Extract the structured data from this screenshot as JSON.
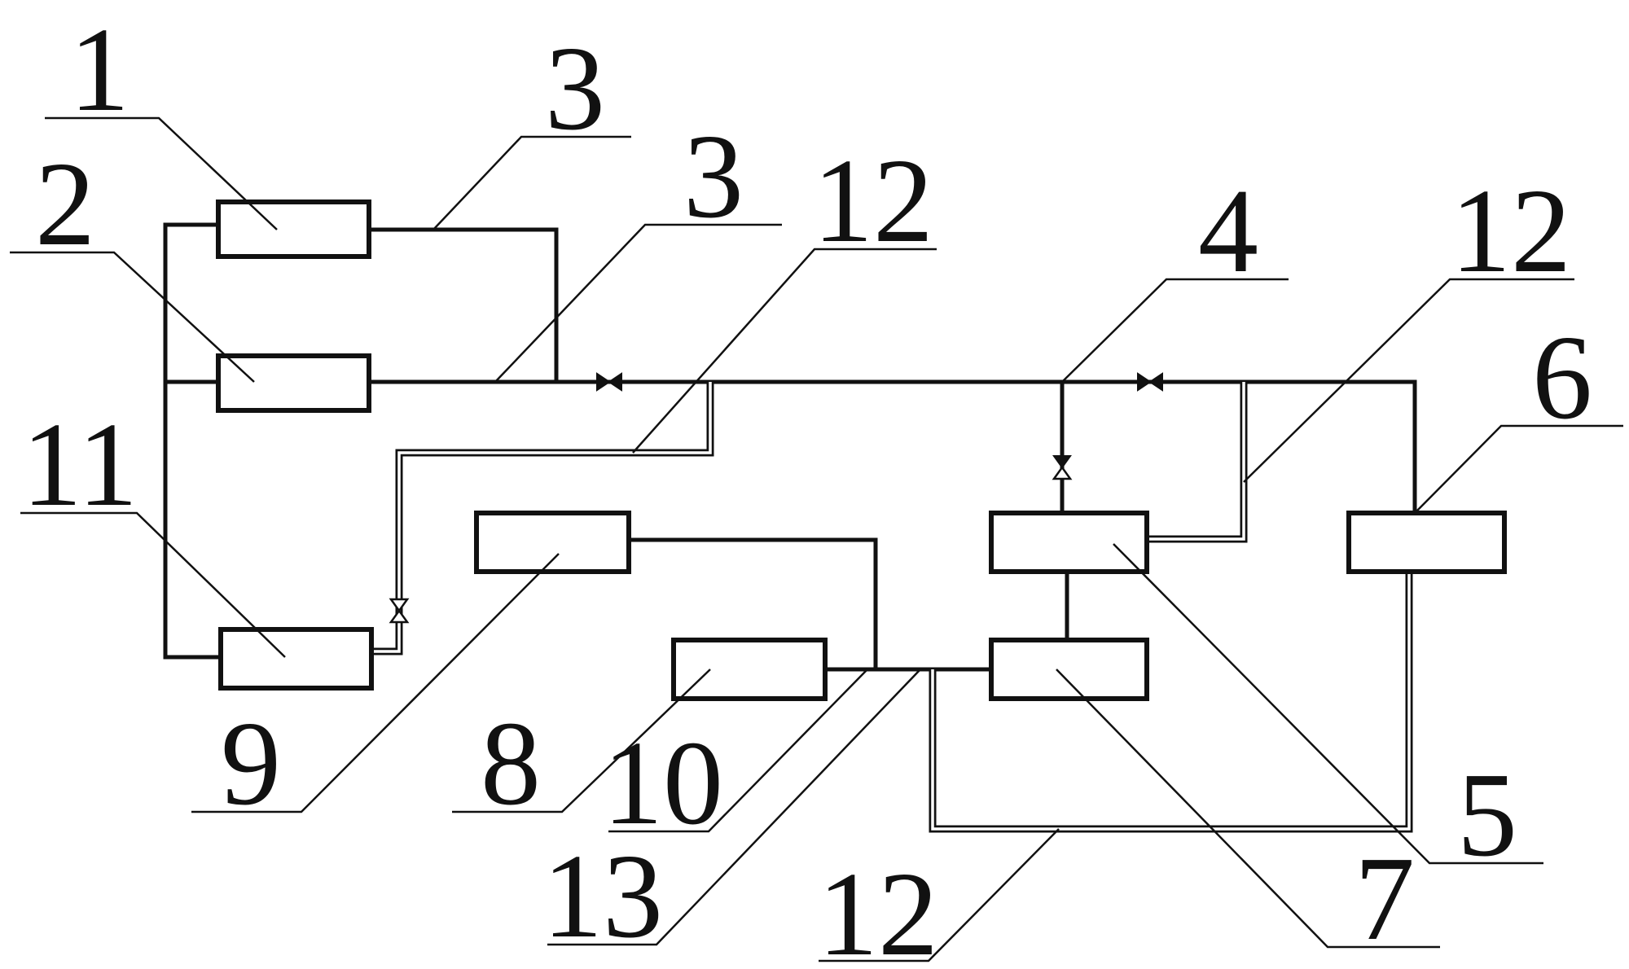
{
  "callouts": {
    "c1": "1",
    "c2": "2",
    "c3a": "3",
    "c3b": "3",
    "c12a": "12",
    "c4": "4",
    "c12b": "12",
    "c6": "6",
    "c11": "11",
    "c9": "9",
    "c8": "8",
    "c10": "10",
    "c13": "13",
    "c12c": "12",
    "c7": "7",
    "c5": "5"
  },
  "colors": {
    "line": "#111111",
    "background": "#ffffff"
  }
}
